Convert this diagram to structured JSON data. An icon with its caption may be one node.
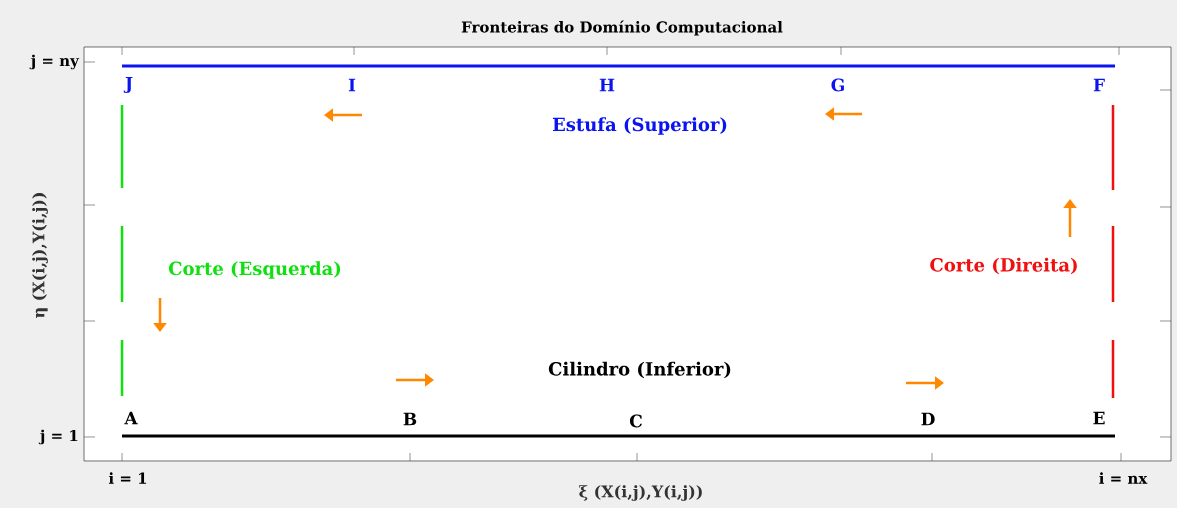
{
  "diagram": {
    "title": "Fronteiras do Domínio Computacional",
    "labels": [
      "j = ny",
      "J",
      "I",
      "H",
      "G",
      "F",
      "Estufa (Superior)",
      "Corte (Esquerda)",
      "Corte (Direita)",
      "Cilindro (Inferior)",
      "A",
      "B",
      "C",
      "D",
      "E",
      "j = 1",
      "i = 1",
      "i = nx",
      "ξ (X(i,j),Y(i,j))",
      "η (X(i,j),Y(i,j))"
    ]
  }
}
